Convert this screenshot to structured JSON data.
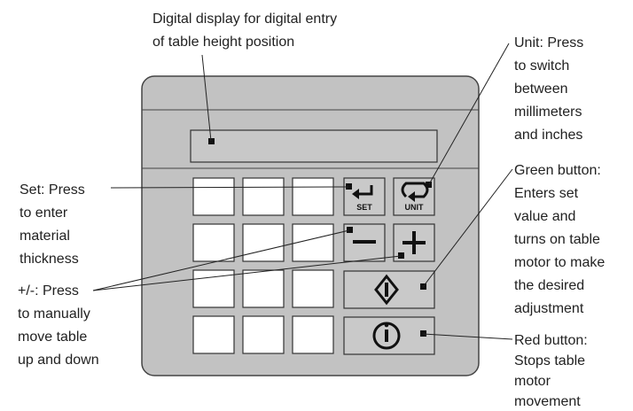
{
  "annotations": {
    "display": [
      "Digital display for digital entry",
      "of table height position"
    ],
    "unit": [
      "Unit: Press",
      "to switch",
      "between",
      "millimeters",
      "and inches"
    ],
    "set": [
      "Set: Press",
      "to enter",
      "material",
      "thickness"
    ],
    "plusminus": [
      "+/-: Press",
      "to manually",
      "move table",
      "up and down"
    ],
    "green": [
      "Green button:",
      "Enters set",
      "value and",
      "turns on table",
      "motor to make",
      "the desired",
      "adjustment"
    ],
    "red": [
      "Red button:",
      "Stops table",
      "motor",
      "movement"
    ]
  },
  "keys": {
    "set_label": "SET",
    "unit_label": "UNIT"
  },
  "colors": {
    "panel": "#c2c2c2",
    "key": "#ffffff",
    "function_key": "#c9c9c9",
    "outline": "#333333"
  }
}
